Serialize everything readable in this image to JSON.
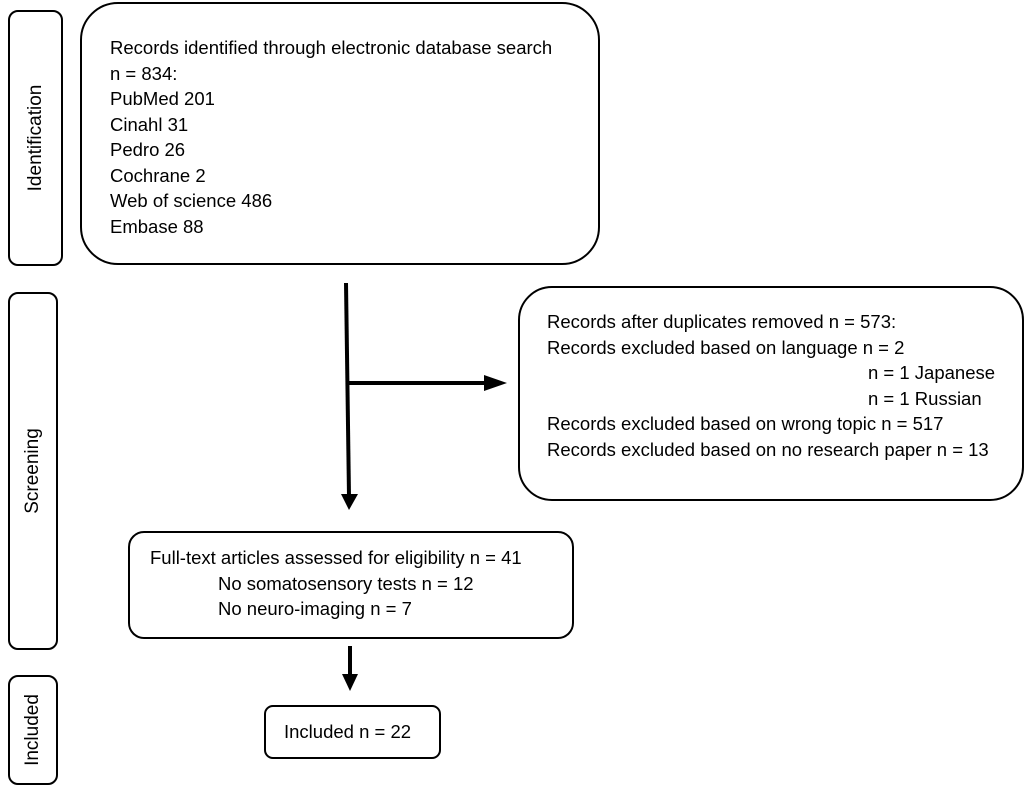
{
  "stages": {
    "identification": "Identification",
    "screening": "Screening",
    "included": "Included"
  },
  "identification_box": {
    "title": "Records identified through electronic database search",
    "total": "n = 834:",
    "sources": [
      "PubMed 201",
      "Cinahl 31",
      "Pedro 26",
      "Cochrane 2",
      "Web of science 486",
      "Embase 88"
    ]
  },
  "exclusion_box": {
    "line1": "Records after duplicates removed n = 573:",
    "line2": "Records excluded based on language n = 2",
    "line3": "n = 1 Japanese",
    "line4": "n = 1 Russian",
    "line5": "Records excluded based on wrong topic n = 517",
    "line6": "Records excluded based on no research paper n = 13"
  },
  "fulltext_box": {
    "line1": "Full-text articles assessed for eligibility n = 41",
    "line2": "No somatosensory tests n = 12",
    "line3": "No neuro-imaging n = 7"
  },
  "included_box": {
    "text": "Included n = 22"
  }
}
